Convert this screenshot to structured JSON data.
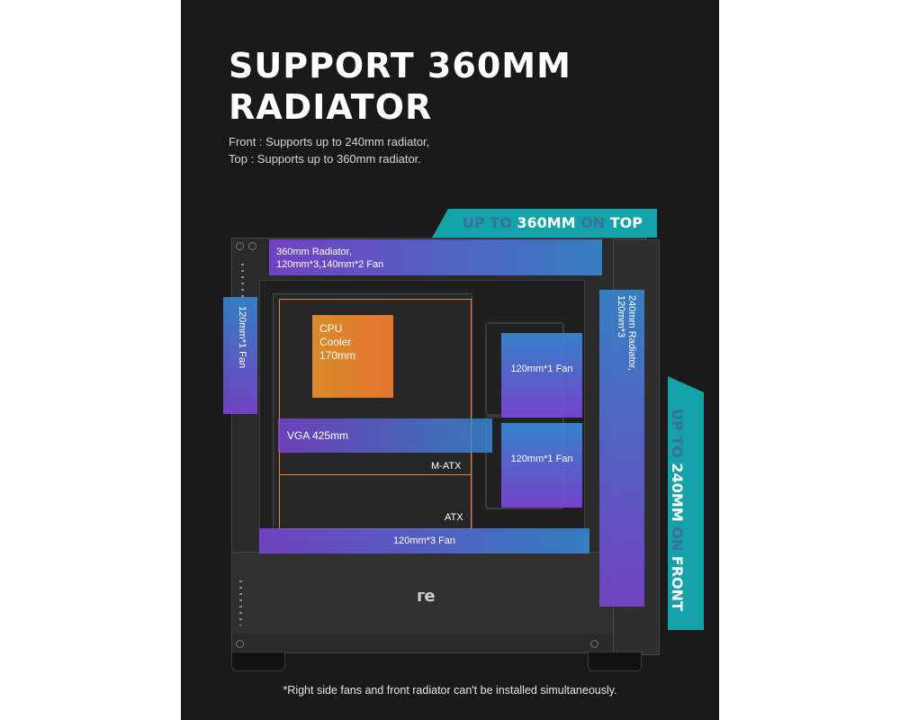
{
  "title_line1": "SUPPORT 360MM",
  "title_line2": "RADIATOR",
  "subtitle_line1": "Front : Supports up to 240mm radiator,",
  "subtitle_line2": "Top : Supports up to 360mm radiator.",
  "banner_top": {
    "part1": "UP TO ",
    "part2": "360MM",
    "part3": " ON ",
    "part4": "TOP"
  },
  "banner_front": {
    "part1": "UP TO ",
    "part2": "240MM",
    "part3": " ON ",
    "part4": "FRONT"
  },
  "labels": {
    "top_radiator_line1": "360mm Radiator,",
    "top_radiator_line2": "120mm*3,140mm*2 Fan",
    "left_fan": "120mm*1 Fan",
    "cpu_line1": "CPU",
    "cpu_line2": "Cooler",
    "cpu_line3": "170mm",
    "vga": "VGA 425mm",
    "matx": "M-ATX",
    "atx": "ATX",
    "side_fan_top": "120mm*1 Fan",
    "side_fan_bottom": "120mm*1 Fan",
    "front_radiator_line1": "240mm Radiator,",
    "front_radiator_line2": "120mm*3",
    "bottom_fans": "120mm*3 Fan"
  },
  "logo": "ге",
  "footnote": "*Right side fans and front radiator can't be installed simultaneously.",
  "colors": {
    "background": "#191919",
    "accent": "#12a2a7",
    "purple": "#7e46dc",
    "blue": "#388cdc",
    "orange": "#e5752e"
  }
}
